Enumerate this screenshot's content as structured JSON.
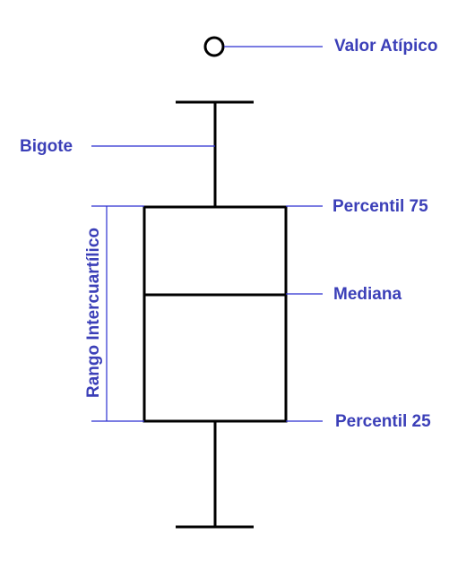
{
  "colors": {
    "label": "#3b3fb8",
    "leader": "#2b2fd0",
    "structure": "#000000",
    "background": "#ffffff"
  },
  "labels": {
    "outlier": "Valor Atípico",
    "whisker": "Bigote",
    "q3": "Percentil 75",
    "median": "Mediana",
    "q1": "Percentil 25",
    "iqr": "Rango Intercuartílico"
  }
}
